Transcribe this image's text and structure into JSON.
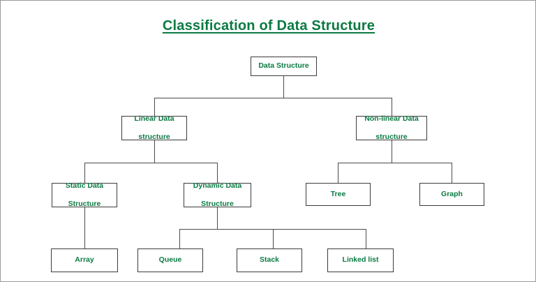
{
  "page": {
    "title": "Classification of Data Structure",
    "title_color": "#0a7a42",
    "border_color": "#9a9a9a",
    "background": "#ffffff"
  },
  "diagram": {
    "type": "tree",
    "node_text_color": "#0a7a42",
    "node_border_color": "#3b3b3b",
    "edge_color": "#4a4a4a",
    "nodes": [
      {
        "id": "root",
        "label": "Data Structure",
        "level": 0
      },
      {
        "id": "linear",
        "label_line1": "Linear Data",
        "label_line2": "structure",
        "level": 1
      },
      {
        "id": "nonlinear",
        "label_line1": "Non-linear Data",
        "label_line2": "structure",
        "level": 1
      },
      {
        "id": "static",
        "label_line1": "Static Data",
        "label_line2": "Structure",
        "level": 2
      },
      {
        "id": "dynamic",
        "label_line1": "Dynamic Data",
        "label_line2": "Structure",
        "level": 2
      },
      {
        "id": "tree",
        "label": "Tree",
        "level": 2
      },
      {
        "id": "graph",
        "label": "Graph",
        "level": 2
      },
      {
        "id": "array",
        "label": "Array",
        "level": 3
      },
      {
        "id": "queue",
        "label": "Queue",
        "level": 3
      },
      {
        "id": "stack",
        "label": "Stack",
        "level": 3
      },
      {
        "id": "linked",
        "label": "Linked list",
        "level": 3
      }
    ],
    "edges": [
      {
        "from": "root",
        "to": "linear"
      },
      {
        "from": "root",
        "to": "nonlinear"
      },
      {
        "from": "linear",
        "to": "static"
      },
      {
        "from": "linear",
        "to": "dynamic"
      },
      {
        "from": "nonlinear",
        "to": "tree"
      },
      {
        "from": "nonlinear",
        "to": "graph"
      },
      {
        "from": "static",
        "to": "array"
      },
      {
        "from": "dynamic",
        "to": "queue"
      },
      {
        "from": "dynamic",
        "to": "stack"
      },
      {
        "from": "dynamic",
        "to": "linked"
      }
    ]
  }
}
